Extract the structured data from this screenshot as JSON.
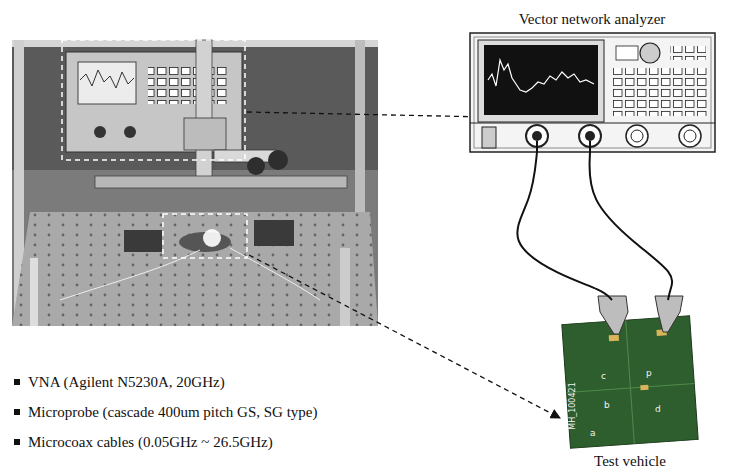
{
  "diagram": {
    "nodes": [
      {
        "text": [
          "Vector network analyzer"
        ]
      },
      {
        "text": [
          "Test vehicle"
        ]
      }
    ],
    "edges": [
      {
        "from": 0,
        "to": 1,
        "arrow": "none"
      },
      {
        "from": 0,
        "to": 1,
        "arrow": "none"
      }
    ],
    "labels": [
      "VNA (Agilent N5230A, 20GHz)",
      "Microprobe (cascade 400um pitch GS, SG type)",
      "Microcoax cables (0.05GHz ~ 26.5GHz)",
      "MH_100421",
      "c",
      "p",
      "b",
      "d",
      "a"
    ]
  }
}
